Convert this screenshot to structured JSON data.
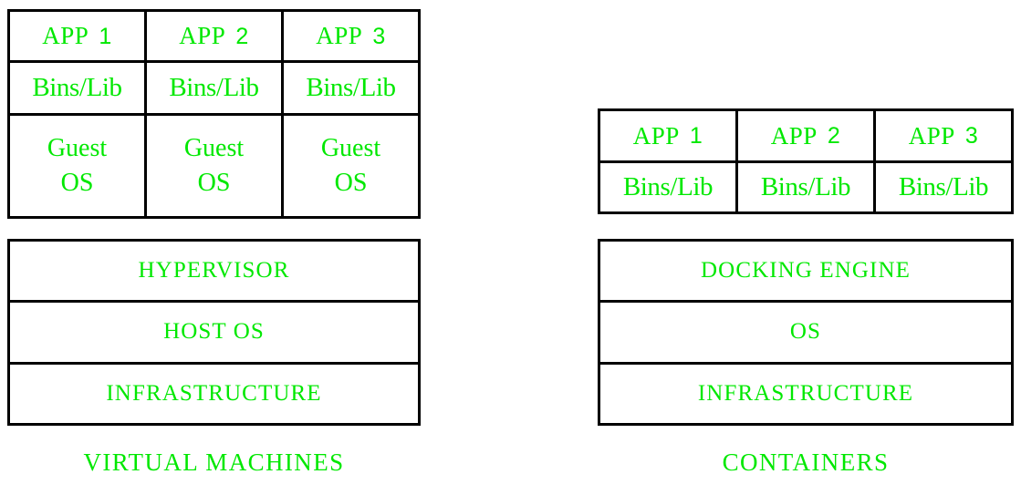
{
  "diagram": {
    "title_left": "VIRTUAL MACHINES",
    "title_right": "CONTAINERS",
    "text_color": "#00e800",
    "line_color": "#000000",
    "background_color": "#ffffff"
  },
  "virtual_machines": {
    "caption": "VIRTUAL MACHINES",
    "apps": [
      {
        "word": "APP",
        "num": "1"
      },
      {
        "word": "APP",
        "num": "2"
      },
      {
        "word": "APP",
        "num": "3"
      }
    ],
    "bins": [
      "Bins/Lib",
      "Bins/Lib",
      "Bins/Lib"
    ],
    "guest_os": [
      {
        "line1": "Guest",
        "line2": "OS"
      },
      {
        "line1": "Guest",
        "line2": "OS"
      },
      {
        "line1": "Guest",
        "line2": "OS"
      }
    ],
    "layers": [
      "HYPERVISOR",
      "HOST OS",
      "INFRASTRUCTURE"
    ]
  },
  "containers": {
    "caption": "CONTAINERS",
    "apps": [
      {
        "word": "APP",
        "num": "1"
      },
      {
        "word": "APP",
        "num": "2"
      },
      {
        "word": "APP",
        "num": "3"
      }
    ],
    "bins": [
      "Bins/Lib",
      "Bins/Lib",
      "Bins/Lib"
    ],
    "layers": [
      "DOCKING ENGINE",
      "OS",
      "INFRASTRUCTURE"
    ]
  }
}
